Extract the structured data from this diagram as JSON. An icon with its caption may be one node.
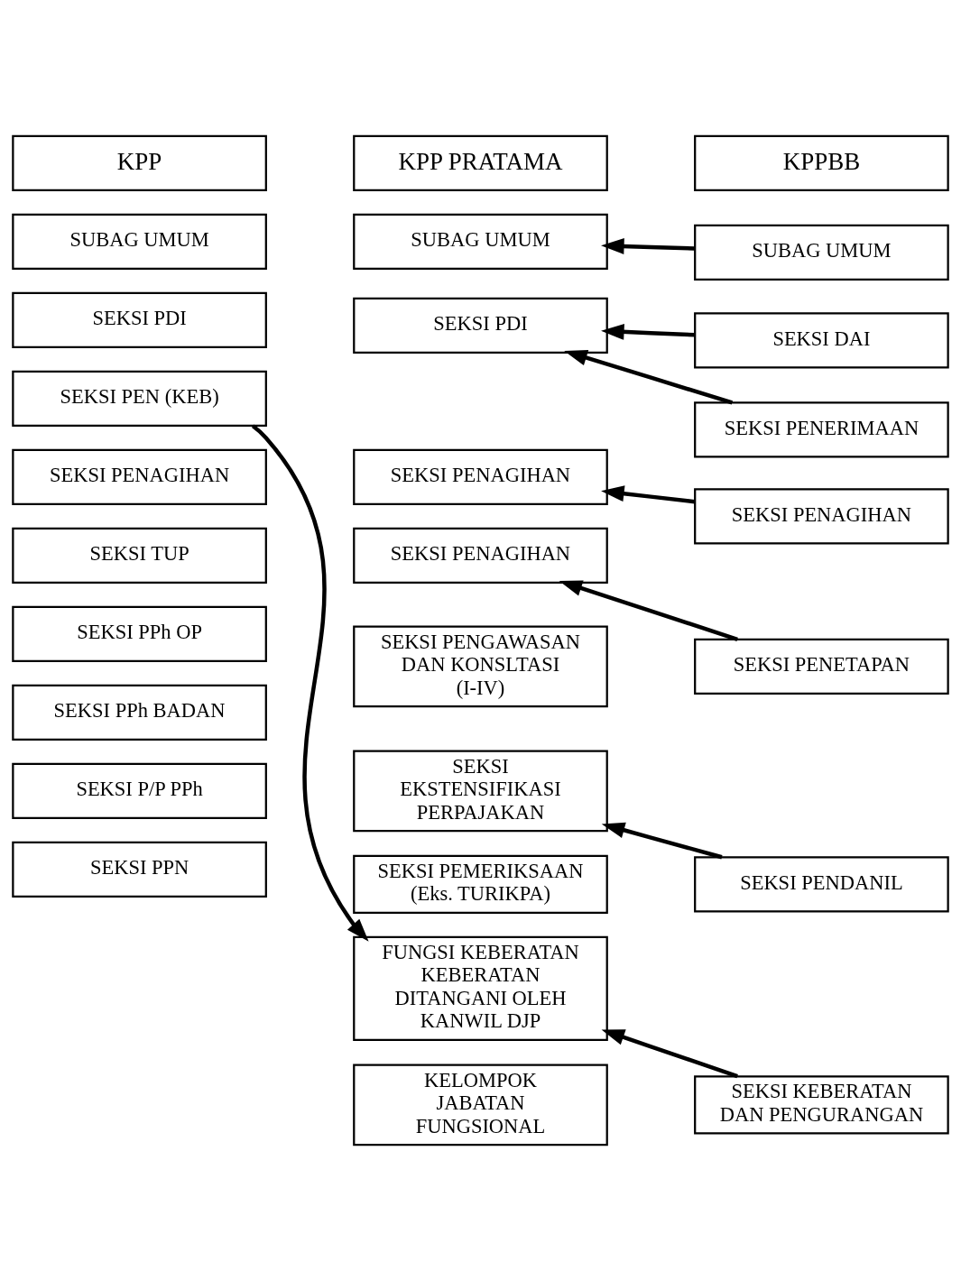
{
  "diagram": {
    "nodes": [
      {
        "text": [
          "KPP"
        ]
      },
      {
        "text": [
          "KPP PRATAMA"
        ]
      },
      {
        "text": [
          "KPPBB"
        ]
      },
      {
        "text": [
          "SUBAG UMUM"
        ]
      },
      {
        "text": [
          "SUBAG UMUM"
        ]
      },
      {
        "text": [
          "SUBAG UMUM"
        ]
      },
      {
        "text": [
          "SEKSI PDI"
        ]
      },
      {
        "text": [
          "SEKSI PEN (KEB)"
        ]
      },
      {
        "text": [
          "SEKSI PDI"
        ]
      },
      {
        "text": [
          "SEKSI DAI"
        ]
      },
      {
        "text": [
          "SEKSI PENERIMAAN"
        ]
      },
      {
        "text": [
          "SEKSI PENAGIHAN"
        ]
      },
      {
        "text": [
          "SEKSI PENAGIHAN"
        ]
      },
      {
        "text": [
          "SEKSI PENAGIHAN"
        ]
      },
      {
        "text": [
          "SEKSI TUP"
        ]
      },
      {
        "text": [
          "SEKSI PENAGIHAN"
        ]
      },
      {
        "text": [
          "SEKSI PENETAPAN"
        ]
      },
      {
        "text": [
          "SEKSI PPh OP"
        ]
      },
      {
        "text": [
          "SEKSI PPh BADAN"
        ]
      },
      {
        "text": [
          "SEKSI P/P PPh"
        ]
      },
      {
        "text": [
          "SEKSI PPN"
        ]
      },
      {
        "text": [
          "SEKSI PENGAWASAN DAN KONSLTASI (I-IV)"
        ]
      },
      {
        "text": [
          "SEKSI EKSTENSIFIKASI PERPAJAKAN"
        ]
      },
      {
        "text": [
          "SEKSI PENDANIL"
        ]
      },
      {
        "text": [
          "SEKSI PEMERIKSAAN (Eks. TURIKPA)"
        ]
      },
      {
        "text": [
          "FUNGSI KEBERATAN KEBERATAN DITANGANI OLEH KANWIL DJP"
        ]
      },
      {
        "text": [
          "SEKSI KEBERATAN DAN PENGURANGAN"
        ]
      },
      {
        "text": [
          "KELOMPOK JABATAN FUNGSIONAL"
        ]
      }
    ],
    "edges": [
      {
        "from": 5,
        "to": 4,
        "arrow": "to"
      },
      {
        "from": 9,
        "to": 8,
        "arrow": "to"
      },
      {
        "from": 10,
        "to": 8,
        "arrow": "to"
      },
      {
        "from": 13,
        "to": 12,
        "arrow": "to"
      },
      {
        "from": 16,
        "to": 15,
        "arrow": "to"
      },
      {
        "from": 23,
        "to": 22,
        "arrow": "to"
      },
      {
        "from": 26,
        "to": 25,
        "arrow": "to"
      },
      {
        "from": 7,
        "to": 25,
        "arrow": "to"
      }
    ]
  }
}
